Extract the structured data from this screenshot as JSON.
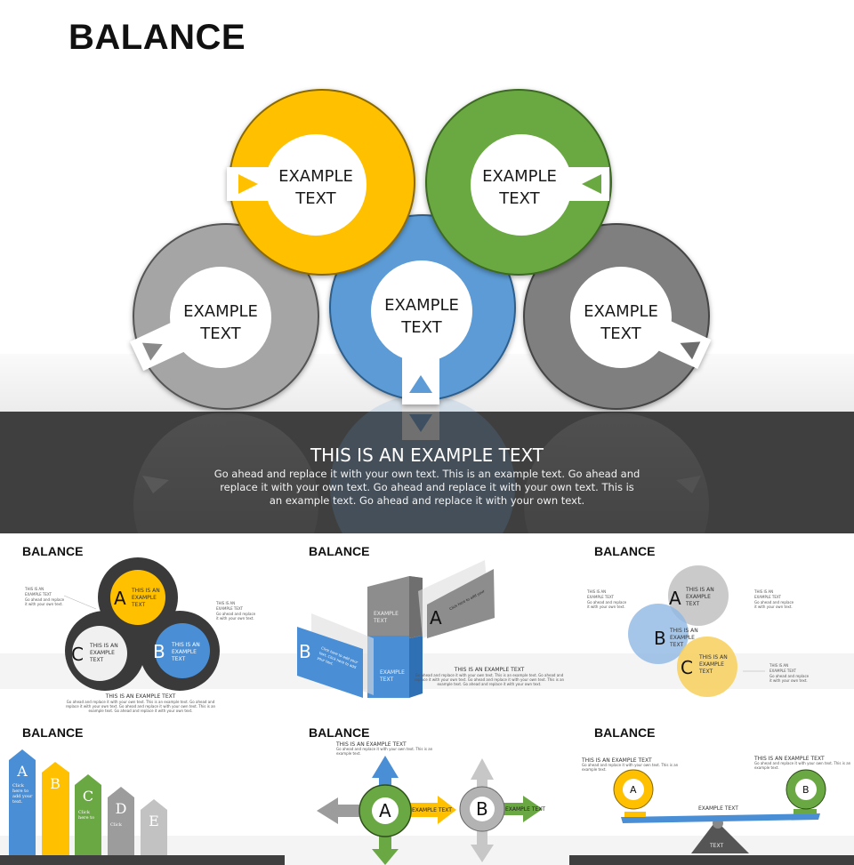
{
  "main": {
    "title": "BALANCE",
    "circles": [
      {
        "id": "yellow",
        "line1": "EXAMPLE",
        "line2": "TEXT",
        "color": "#FFC000"
      },
      {
        "id": "green",
        "line1": "EXAMPLE",
        "line2": "TEXT",
        "color": "#6AA843"
      },
      {
        "id": "gray-left",
        "line1": "EXAMPLE",
        "line2": "TEXT",
        "color": "#A5A5A5"
      },
      {
        "id": "blue",
        "line1": "EXAMPLE",
        "line2": "TEXT",
        "color": "#5B9BD5"
      },
      {
        "id": "gray-right",
        "line1": "EXAMPLE",
        "line2": "TEXT",
        "color": "#7F7F7F"
      }
    ],
    "caption_title": "THIS IS AN EXAMPLE TEXT",
    "caption_body": "Go ahead and replace it with your own text. This is an example text. Go ahead and replace it with your own text. Go ahead and replace it with your own text. This is an example text. Go ahead and replace it with your own text."
  },
  "thumbnails": [
    {
      "title": "BALANCE",
      "a": "A",
      "b": "B",
      "c": "C",
      "label": "THIS IS AN",
      "label2": "EXAMPLE",
      "label3": "TEXT",
      "callout1": "THIS IS AN",
      "callout2": "EXAMPLE TEXT",
      "callout_body1": "Go ahead and replace",
      "callout_body2": "it with your own text.",
      "footer_title": "THIS IS AN EXAMPLE TEXT",
      "footer_body1": "Go ahead and replace it with your own text. This is an example text. Go ahead and",
      "footer_body2": "replace it with your own text. Go ahead and replace it with your own text. This is an",
      "footer_body3": "example text. Go ahead and replace it with your own text."
    },
    {
      "title": "BALANCE",
      "a": "A",
      "b": "B",
      "box1": "EXAMPLE",
      "box2": "TEXT",
      "card_text1": "Click here to add your",
      "card_text2": "text. Click here to add",
      "card_text3": "your text.",
      "footer_title": "THIS IS AN EXAMPLE TEXT",
      "footer_body1": "Go ahead and replace it with your own text. This is an example text. Go ahead and",
      "footer_body2": "replace it with your own text. Go ahead and replace it with your own text. This is an",
      "footer_body3": "example text. Go ahead and replace it with your own text."
    },
    {
      "title": "BALANCE",
      "a": "A",
      "b": "B",
      "c": "C",
      "label": "THIS IS AN",
      "label2": "EXAMPLE",
      "label3": "TEXT",
      "callout1": "THIS IS AN",
      "callout2": "EXAMPLE TEXT",
      "callout_body1": "Go ahead and replace",
      "callout_body2": "it with your own text."
    },
    {
      "title": "BALANCE",
      "letters": [
        "A",
        "B",
        "C",
        "D",
        "E"
      ],
      "arrow_text": [
        "Click",
        "here to",
        "add your",
        "text."
      ]
    },
    {
      "title": "BALANCE",
      "heading": "THIS IS AN EXAMPLE TEXT",
      "body1": "Go ahead and replace it with your own text. This is an",
      "body2": "example text.",
      "a": "A",
      "b": "B",
      "arrow_label": "EXAMPLE TEXT"
    },
    {
      "title": "BALANCE",
      "heading": "THIS IS AN EXAMPLE TEXT",
      "body1": "Go ahead and replace it with your own text. This is an",
      "body2": "example text.",
      "a": "A",
      "b": "B",
      "beam_label": "EXAMPLE TEXT",
      "fulcrum_label": "TEXT"
    }
  ]
}
